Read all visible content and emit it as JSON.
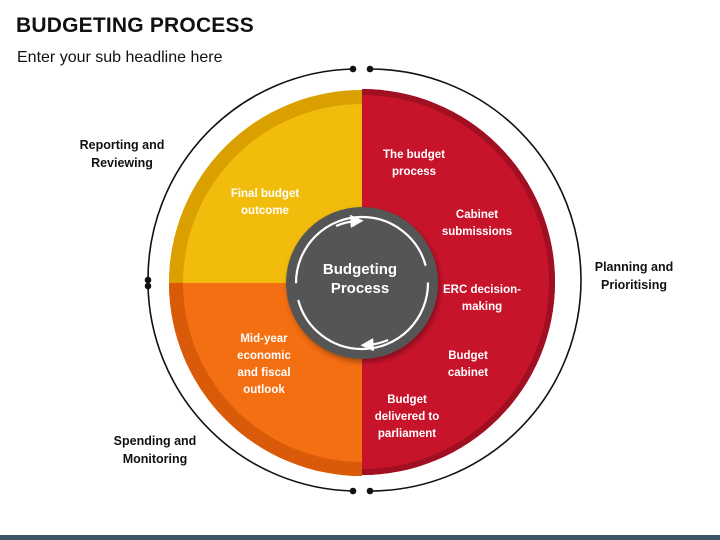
{
  "header": {
    "title": "BUDGETING PROCESS",
    "subtitle": "Enter your sub headline here"
  },
  "diagram": {
    "center_label": "Budgeting\nProcess",
    "stages": [
      {
        "name": "Reporting and\nReviewing",
        "color": "#F2BC0C",
        "items": [
          "Final budget\noutcome"
        ]
      },
      {
        "name": "Planning and\nPrioritising",
        "color": "#C8142B",
        "items": [
          "The budget\nprocess",
          "Cabinet\nsubmissions",
          "ERC decision-\nmaking",
          "Budget\ncabinet",
          "Budget\ndelivered to\nparliament"
        ]
      },
      {
        "name": "Spending and\nMonitoring",
        "color": "#F46E12",
        "items": [
          "Mid-year\neconomic\nand fiscal\noutlook"
        ]
      }
    ],
    "center_color": "#555555",
    "ring_color": "#111111",
    "footer_bar_color": "#3E5366"
  }
}
